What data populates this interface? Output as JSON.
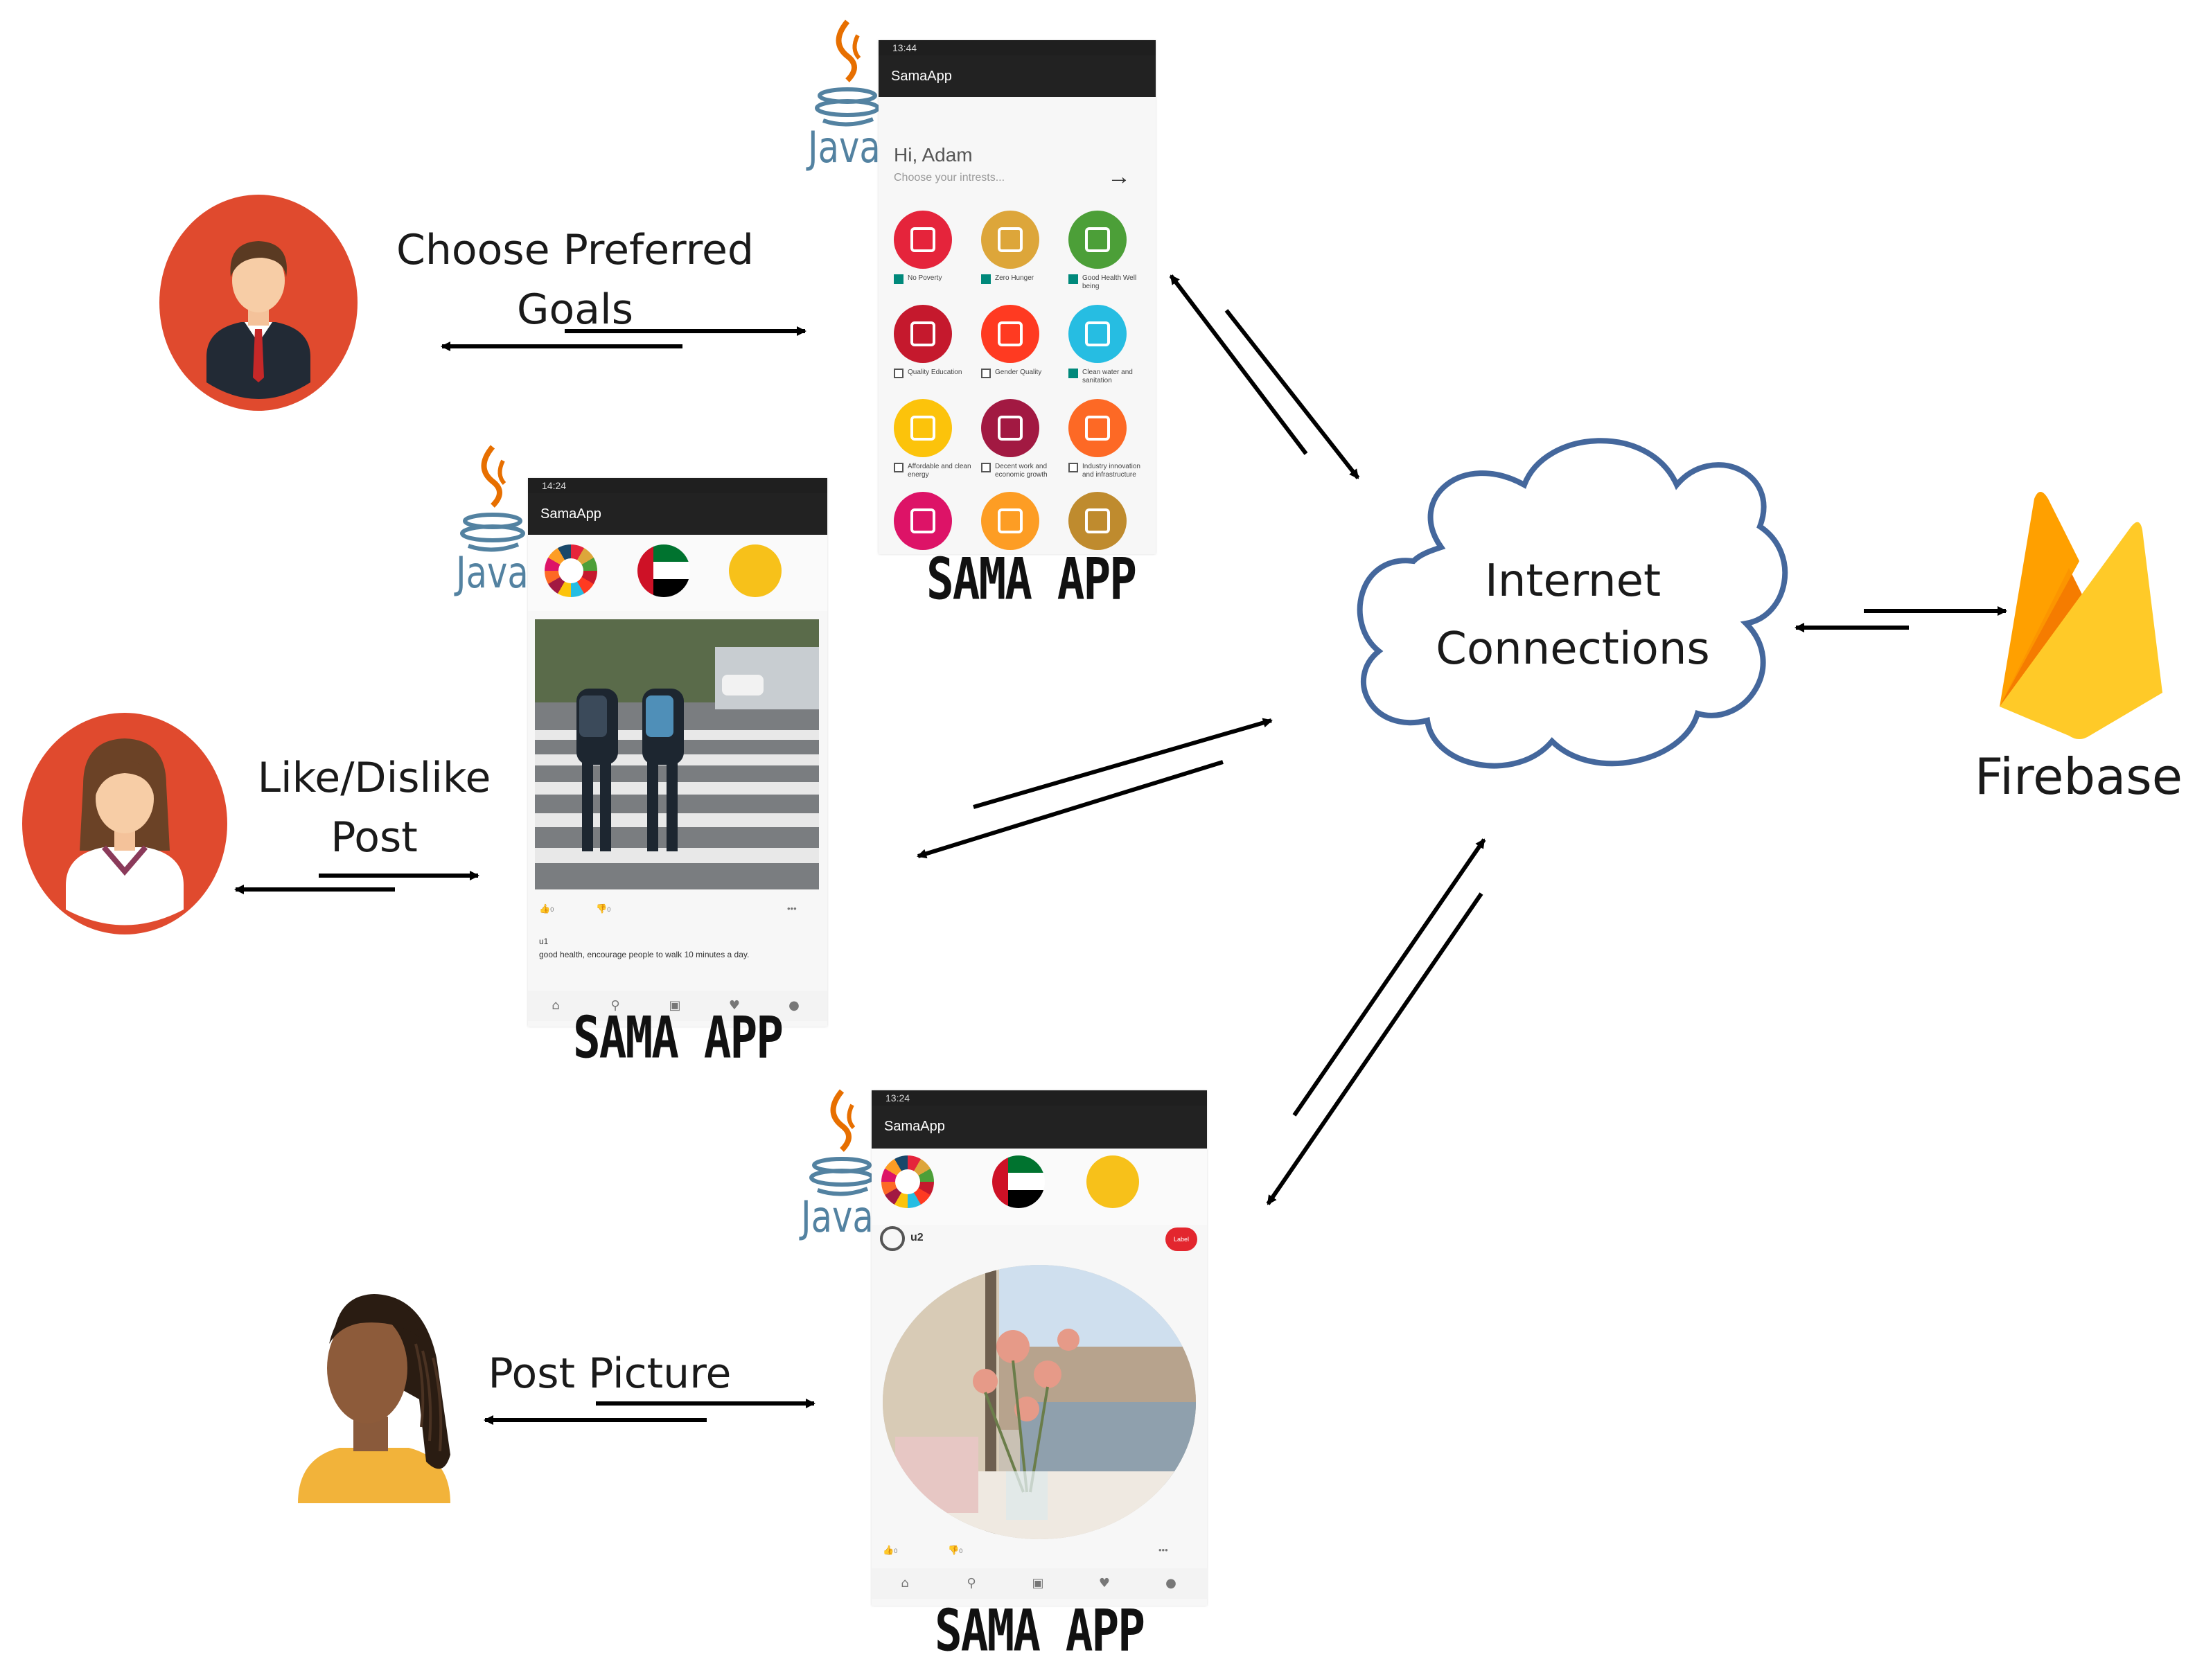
{
  "labels": {
    "choose_goals": [
      "Choose Preferred",
      "Goals"
    ],
    "like_dislike": [
      "Like/Dislike",
      "Post"
    ],
    "post_picture": "Post Picture",
    "internet": [
      "Internet",
      "Connections"
    ],
    "firebase": "Firebase",
    "sama_app": "SAMA APP",
    "java": "Java"
  },
  "phone_goals": {
    "status_time": "13:44",
    "app_title": "SamaApp",
    "greeting": "Hi, Adam",
    "prompt": "Choose your intrests...",
    "next_icon": "arrow-right-icon",
    "goals": [
      {
        "label": "No Poverty",
        "checked": true,
        "color": "#e5243b"
      },
      {
        "label": "Zero Hunger",
        "checked": true,
        "color": "#dda63a"
      },
      {
        "label": "Good Health Well being",
        "checked": true,
        "color": "#4c9f38"
      },
      {
        "label": "Quality Education",
        "checked": false,
        "color": "#c5192d"
      },
      {
        "label": "Gender Quality",
        "checked": false,
        "color": "#ff3a21"
      },
      {
        "label": "Clean water and sanitation",
        "checked": true,
        "color": "#26bde2"
      },
      {
        "label": "Affordable and clean energy",
        "checked": false,
        "color": "#fcc30b"
      },
      {
        "label": "Decent work and economic growth",
        "checked": false,
        "color": "#a21942"
      },
      {
        "label": "Industry innovation and infrastructure",
        "checked": false,
        "color": "#fd6925"
      },
      {
        "label": "",
        "checked": false,
        "color": "#dd1367"
      },
      {
        "label": "",
        "checked": false,
        "color": "#fd9d24"
      },
      {
        "label": "",
        "checked": false,
        "color": "#bf8b2e"
      }
    ]
  },
  "phone_post": {
    "status_time": "14:24",
    "app_title": "SamaApp",
    "user": "u1",
    "caption": "good health, encourage people to walk 10 minutes a day.",
    "likes": "0",
    "dislikes": "0",
    "more": "•••"
  },
  "phone_picture": {
    "status_time": "13:24",
    "app_title": "SamaApp",
    "user": "u2",
    "badge": "Label",
    "likes": "0",
    "dislikes": "0",
    "more": "•••"
  },
  "colors": {
    "avatar_red": "#e04a2e",
    "cloud_stroke": "#44679c",
    "java_blue": "#5382a1",
    "java_orange": "#e76f00",
    "firebase_yellow": "#ffca28",
    "firebase_orange": "#f57c00"
  }
}
